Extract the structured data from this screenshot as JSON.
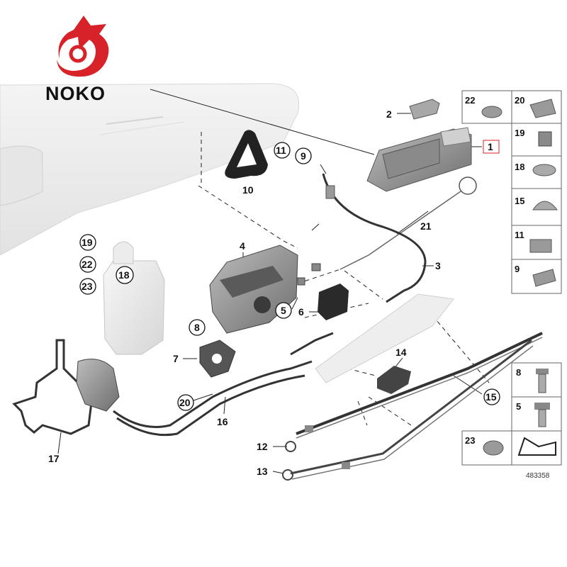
{
  "brand": {
    "name": "NOKO",
    "logo_color": "#d8222a"
  },
  "diagram_number": "483358",
  "part_labels": {
    "p1": "1",
    "p2": "2",
    "p3": "3",
    "p4": "4",
    "p5": "5",
    "p6": "6",
    "p7": "7",
    "p8": "8",
    "p9": "9",
    "p10": "10",
    "p11": "11",
    "p12": "12",
    "p13": "13",
    "p14": "14",
    "p15": "15",
    "p16": "16",
    "p17": "17",
    "p18": "18",
    "p19": "19",
    "p20": "20",
    "p21": "21",
    "p22": "22",
    "p23": "23"
  },
  "legend": {
    "right": [
      "22",
      "20",
      "19",
      "18",
      "15",
      "11",
      "9"
    ],
    "bottom": [
      "8",
      "5",
      "23"
    ]
  },
  "colors": {
    "part_gray": "#9a9a9a",
    "car_body": "#ececec",
    "frame": "#666666"
  }
}
